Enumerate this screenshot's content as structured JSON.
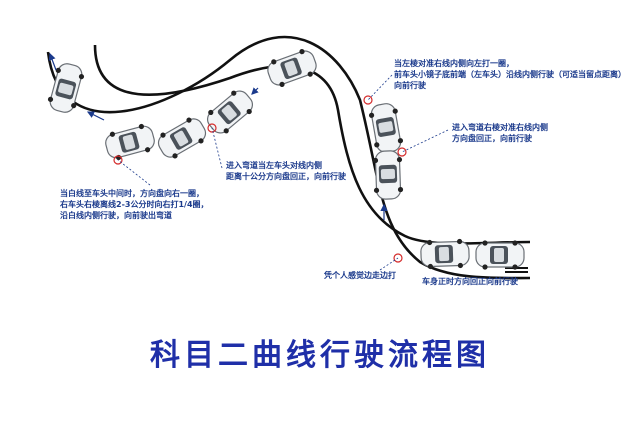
{
  "title": "科目二曲线行驶流程图",
  "colors": {
    "road_line": "#111111",
    "note_text": "#1b3a8c",
    "title_text": "#1f2fa8",
    "guide_arrow": "#1b3a8c",
    "contact_marker": "#d42a2a"
  },
  "notes": {
    "entry": {
      "line1": "当白线至车头中间时，方向盘向右一圈，",
      "line2": "右车头右棱离线2-3公分时向右打1/4圈，",
      "line3": "沿白线内侧行驶，向前驶出弯道"
    },
    "left_turn_inner": {
      "line1": "进入弯道当左车头对线内侧",
      "line2": "距离十公分方向盘回正，向前行驶"
    },
    "top_right": {
      "line1": "当左棱对准右线内侧向左打一圈，",
      "line2": "前车头小镜子底前端（左车头）沿线内侧行驶（可适当留点距离）",
      "line3": "向前行驶"
    },
    "right_turn": {
      "line1": "进入弯道右棱对准右线内侧",
      "line2": "方向盘回正，向前行驶"
    },
    "feel": {
      "line1": "凭个人感觉边走边打"
    },
    "start": {
      "line1": "车身正时方向回正向前行驶"
    }
  }
}
